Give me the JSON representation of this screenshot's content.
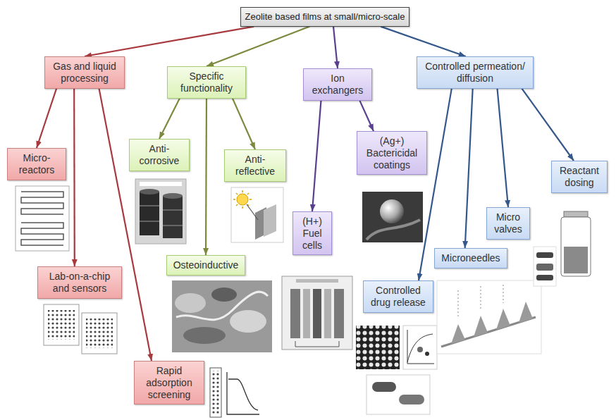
{
  "diagram": {
    "nodes": [
      {
        "text": [
          "Zeolite based films at small/micro-scale"
        ]
      },
      {
        "text": [
          "Gas and liquid processing"
        ]
      },
      {
        "text": [
          "Specific functionality"
        ]
      },
      {
        "text": [
          "Ion exchangers"
        ]
      },
      {
        "text": [
          "Controlled permeation/ diffusion"
        ]
      },
      {
        "text": [
          "Micro-reactors"
        ]
      },
      {
        "text": [
          "Anti-corrosive"
        ]
      },
      {
        "text": [
          "Anti-reflective"
        ]
      },
      {
        "text": [
          "(Ag+) Bactericidal coatings"
        ]
      },
      {
        "text": [
          "Reactant dosing"
        ]
      },
      {
        "text": [
          "Micro valves"
        ]
      },
      {
        "text": [
          "(H+) Fuel cells"
        ]
      },
      {
        "text": [
          "Osteoinductive"
        ]
      },
      {
        "text": [
          "Lab-on-a-chip and sensors"
        ]
      },
      {
        "text": [
          "Microneedles"
        ]
      },
      {
        "text": [
          "Controlled drug release"
        ]
      },
      {
        "text": [
          "Rapid adsorption screening"
        ]
      }
    ],
    "edges": [
      {
        "from": 0,
        "to": 1,
        "arrow": "to"
      },
      {
        "from": 0,
        "to": 2,
        "arrow": "to"
      },
      {
        "from": 0,
        "to": 3,
        "arrow": "to"
      },
      {
        "from": 0,
        "to": 4,
        "arrow": "to"
      },
      {
        "from": 1,
        "to": 5,
        "arrow": "to"
      },
      {
        "from": 1,
        "to": 13,
        "arrow": "to"
      },
      {
        "from": 1,
        "to": 16,
        "arrow": "to"
      },
      {
        "from": 2,
        "to": 6,
        "arrow": "to"
      },
      {
        "from": 2,
        "to": 7,
        "arrow": "to"
      },
      {
        "from": 2,
        "to": 12,
        "arrow": "to"
      },
      {
        "from": 3,
        "to": 8,
        "arrow": "to"
      },
      {
        "from": 3,
        "to": 11,
        "arrow": "to"
      },
      {
        "from": 4,
        "to": 15,
        "arrow": "to"
      },
      {
        "from": 4,
        "to": 14,
        "arrow": "to"
      },
      {
        "from": 4,
        "to": 10,
        "arrow": "to"
      },
      {
        "from": 4,
        "to": 9,
        "arrow": "to"
      }
    ]
  }
}
